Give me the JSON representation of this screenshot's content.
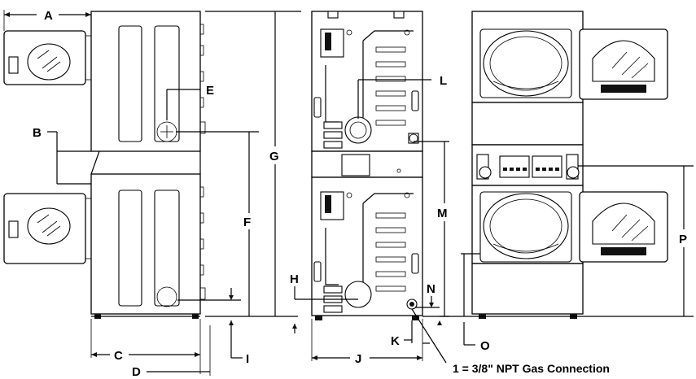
{
  "dimension_labels": {
    "A": "A",
    "B": "B",
    "C": "C",
    "D": "D",
    "E": "E",
    "F": "F",
    "G": "G",
    "H": "H",
    "I": "I",
    "J": "J",
    "K": "K",
    "L": "L",
    "M": "M",
    "N": "N",
    "O": "O",
    "P": "P"
  },
  "gas_note": "1 = 3/8\" NPT Gas Connection"
}
